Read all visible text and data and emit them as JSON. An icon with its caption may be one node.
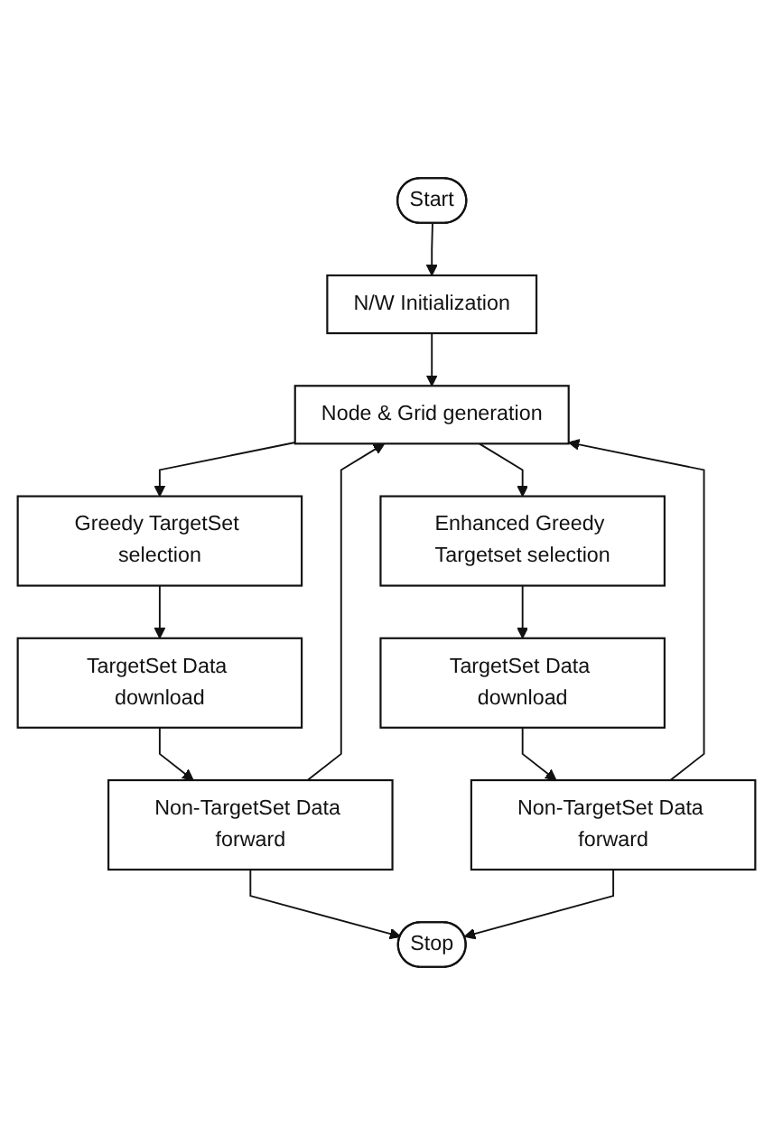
{
  "diagram": {
    "nodes": [
      {
        "text": [
          "Start"
        ]
      },
      {
        "text": [
          "N/W Initialization"
        ]
      },
      {
        "text": [
          "Node & Grid generation"
        ]
      },
      {
        "text": [
          "Greedy TargetSet selection"
        ]
      },
      {
        "text": [
          "Enhanced Greedy Targetset selection"
        ]
      },
      {
        "text": [
          "TargetSet Data download"
        ]
      },
      {
        "text": [
          "TargetSet Data download"
        ]
      },
      {
        "text": [
          "Non-TargetSet Data forward"
        ]
      },
      {
        "text": [
          "Non-TargetSet Data forward"
        ]
      },
      {
        "text": [
          "Stop"
        ]
      }
    ],
    "edges": [
      {
        "from": 0,
        "to": 1,
        "arrow": "to"
      },
      {
        "from": 1,
        "to": 2,
        "arrow": "to"
      },
      {
        "from": 2,
        "to": 3,
        "arrow": "to"
      },
      {
        "from": 2,
        "to": 4,
        "arrow": "to"
      },
      {
        "from": 3,
        "to": 5,
        "arrow": "to"
      },
      {
        "from": 4,
        "to": 6,
        "arrow": "to"
      },
      {
        "from": 5,
        "to": 7,
        "arrow": "to"
      },
      {
        "from": 6,
        "to": 8,
        "arrow": "to"
      },
      {
        "from": 7,
        "to": 9,
        "arrow": "to"
      },
      {
        "from": 8,
        "to": 9,
        "arrow": "to"
      },
      {
        "from": 7,
        "to": 2,
        "arrow": "to"
      },
      {
        "from": 8,
        "to": 2,
        "arrow": "to"
      }
    ]
  }
}
